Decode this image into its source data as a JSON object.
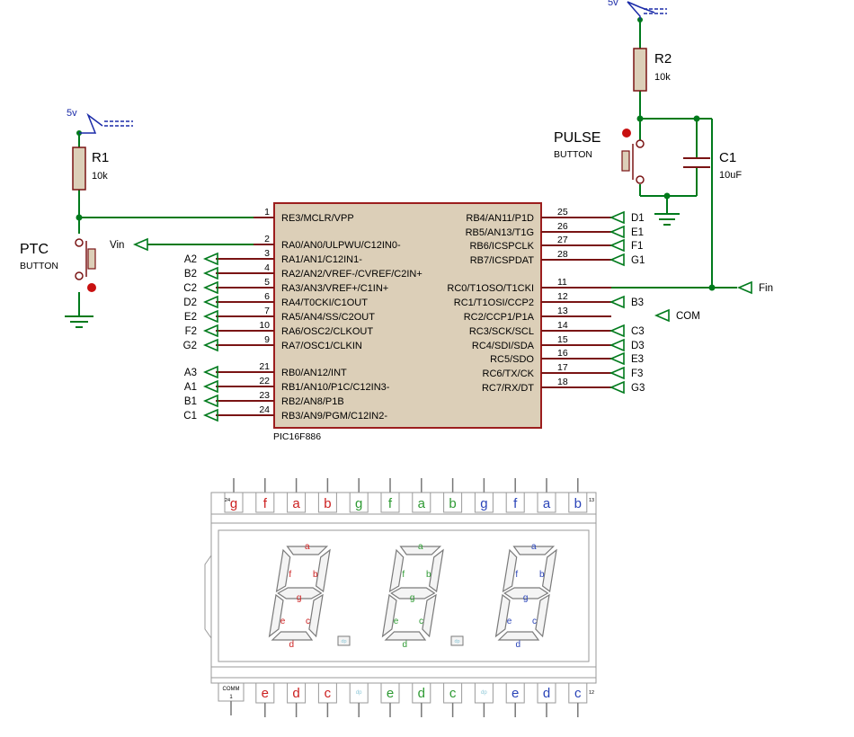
{
  "colors": {
    "wire": "#007a1c",
    "body_fill": "#dccfb8",
    "body_stroke": "#9c1e1e",
    "pin": "#7a1414",
    "text": "#000000",
    "supply_blue": "#1a2aa8",
    "seg_red": "#cc2020",
    "seg_green": "#2e9a33",
    "seg_blue": "#2a44b8",
    "seg_dp": "#8ec8d8",
    "display_line": "#9a9a9a",
    "led_red": "#c81010"
  },
  "mcu": {
    "part": "PIC16F886",
    "left_pins": [
      {
        "num": "1",
        "name": "RE3/MCLR/VPP"
      },
      {
        "num": "2",
        "name": "RA0/AN0/ULPWU/C12IN0-"
      },
      {
        "num": "3",
        "name": "RA1/AN1/C12IN1-"
      },
      {
        "num": "4",
        "name": "RA2/AN2/VREF-/CVREF/C2IN+"
      },
      {
        "num": "5",
        "name": "RA3/AN3/VREF+/C1IN+"
      },
      {
        "num": "6",
        "name": "RA4/T0CKI/C1OUT"
      },
      {
        "num": "7",
        "name": "RA5/AN4/SS/C2OUT"
      },
      {
        "num": "10",
        "name": "RA6/OSC2/CLKOUT"
      },
      {
        "num": "9",
        "name": "RA7/OSC1/CLKIN"
      },
      {
        "num": "21",
        "name": "RB0/AN12/INT"
      },
      {
        "num": "22",
        "name": "RB1/AN10/P1C/C12IN3-"
      },
      {
        "num": "23",
        "name": "RB2/AN8/P1B"
      },
      {
        "num": "24",
        "name": "RB3/AN9/PGM/C12IN2-"
      }
    ],
    "right_pins": [
      {
        "num": "25",
        "name": "RB4/AN11/P1D"
      },
      {
        "num": "26",
        "name": "RB5/AN13/T1G"
      },
      {
        "num": "27",
        "name": "RB6/ICSPCLK"
      },
      {
        "num": "28",
        "name": "RB7/ICSPDAT"
      },
      {
        "num": "11",
        "name": "RC0/T1OSO/T1CKI"
      },
      {
        "num": "12",
        "name": "RC1/T1OSI/CCP2"
      },
      {
        "num": "13",
        "name": "RC2/CCP1/P1A"
      },
      {
        "num": "14",
        "name": "RC3/SCK/SCL"
      },
      {
        "num": "15",
        "name": "RC4/SDI/SDA"
      },
      {
        "num": "16",
        "name": "RC5/SDO"
      },
      {
        "num": "17",
        "name": "RC6/TX/CK"
      },
      {
        "num": "18",
        "name": "RC7/RX/DT"
      }
    ]
  },
  "left_terminals": [
    "Vin",
    "A2",
    "B2",
    "C2",
    "D2",
    "E2",
    "F2",
    "G2",
    "A3",
    "A1",
    "B1",
    "C1"
  ],
  "right_terminals": [
    "D1",
    "E1",
    "F1",
    "G1",
    "Fin",
    "B3",
    "COM",
    "C3",
    "D3",
    "E3",
    "F3",
    "G3"
  ],
  "components": {
    "r1": {
      "ref": "R1",
      "value": "10k"
    },
    "r2": {
      "ref": "R2",
      "value": "10k"
    },
    "c1": {
      "ref": "C1",
      "value": "10uF"
    },
    "ptc": {
      "name": "PTC",
      "type": "BUTTON"
    },
    "pulse": {
      "name": "PULSE",
      "type": "BUTTON"
    },
    "supply_left": "5v",
    "supply_right": "5v"
  },
  "display": {
    "top_pin_labels": [
      "g",
      "f",
      "a",
      "b",
      "g",
      "f",
      "a",
      "b",
      "g",
      "f",
      "a",
      "b"
    ],
    "top_pin_colors": [
      "red",
      "red",
      "red",
      "red",
      "green",
      "green",
      "green",
      "green",
      "blue",
      "blue",
      "blue",
      "blue"
    ],
    "bottom_pin_labels": [
      "e",
      "d",
      "c",
      "dp",
      "e",
      "d",
      "c",
      "dp",
      "e",
      "d",
      "c"
    ],
    "bottom_pin_colors": [
      "red",
      "red",
      "red",
      "dp",
      "green",
      "green",
      "green",
      "dp",
      "blue",
      "blue",
      "blue"
    ],
    "top_pin_start": "24",
    "top_pin_end": "13",
    "bottom_pin_first": "COMM",
    "bottom_pin_first_num": "1",
    "bottom_pin_end": "12",
    "digits": [
      {
        "color": "red",
        "segments": [
          "a",
          "f",
          "b",
          "g",
          "e",
          "c",
          "d"
        ]
      },
      {
        "color": "green",
        "segments": [
          "a",
          "f",
          "b",
          "g",
          "e",
          "c",
          "d"
        ]
      },
      {
        "color": "blue",
        "segments": [
          "a",
          "f",
          "b",
          "g",
          "e",
          "c",
          "d"
        ]
      }
    ],
    "dp_label": "dp"
  }
}
